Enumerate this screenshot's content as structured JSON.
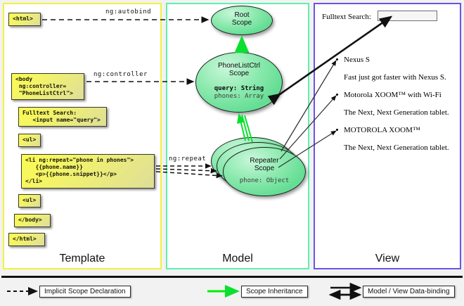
{
  "columns": {
    "template": {
      "label": "Template",
      "border_color": "#f2f13f"
    },
    "model": {
      "label": "Model",
      "border_color": "#5ef0ae"
    },
    "view": {
      "label": "View",
      "border_color": "#6b53e8"
    }
  },
  "template_boxes": [
    {
      "name": "html-open",
      "text": "<html>"
    },
    {
      "name": "body-open",
      "text": "<body\n ng:controller=\n \"PhoneListCtrl\">"
    },
    {
      "name": "fulltext-search",
      "text": "Fulltext Search:\n   <input name=\"query\">"
    },
    {
      "name": "ul-open",
      "text": "<ul>"
    },
    {
      "name": "li-repeat",
      "text": "<li ng:repeat=\"phone in phones\">\n   {{phone.name}}\n   <p>{{phone.snippet}}</p>\n</li>"
    },
    {
      "name": "ul-close",
      "text": "<ul>"
    },
    {
      "name": "body-close",
      "text": "</body>"
    },
    {
      "name": "html-close",
      "text": "</html>"
    }
  ],
  "edge_labels": {
    "autobind": "ng:autobind",
    "controller": "ng:controller",
    "repeat": "ng:repeat"
  },
  "scopes": [
    {
      "name": "root-scope",
      "title_line1": "Root",
      "title_line2": "Scope",
      "props": []
    },
    {
      "name": "phonelistctrl-scope",
      "title_line1": "PhoneListCtrl",
      "title_line2": "Scope",
      "props": [
        {
          "text": "query: String",
          "highlight": true
        },
        {
          "text": "phones: Array",
          "highlight": false
        }
      ]
    },
    {
      "name": "repeater-scope",
      "title_line1": "Repeater",
      "title_line2": "Scope",
      "props": [
        {
          "text": "phone: Object",
          "highlight": false
        }
      ]
    }
  ],
  "view": {
    "search_label": "Fulltext Search:",
    "search_value": "",
    "phones": [
      {
        "name": "Nexus S",
        "snippet": "Fast just got faster with Nexus S."
      },
      {
        "name": "Motorola XOOM™  with Wi-Fi",
        "snippet": "The Next, Next Generation tablet."
      },
      {
        "name": "MOTOROLA XOOM™",
        "snippet": "The Next, Next Generation tablet."
      }
    ]
  },
  "legend": [
    {
      "name": "legend-implicit-scope",
      "label": "Implicit Scope Declaration",
      "style": "dashed-black-arrow",
      "color": "#111111"
    },
    {
      "name": "legend-scope-inheritance",
      "label": "Scope Inheritance",
      "style": "solid-green-arrow",
      "color": "#00f000"
    },
    {
      "name": "legend-data-binding",
      "label": "Model / View Data-binding",
      "style": "double-black-arrow",
      "color": "#111111"
    }
  ]
}
